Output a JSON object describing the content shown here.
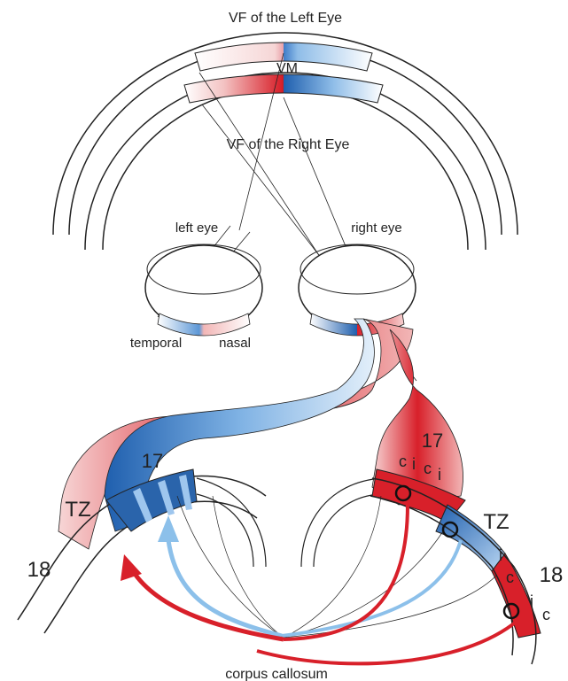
{
  "labels": {
    "vf_left": "VF of the Left Eye",
    "vm": "VM",
    "vf_right": "VF of the Right Eye",
    "left_eye": "left eye",
    "right_eye": "right eye",
    "temporal": "temporal",
    "nasal": "nasal",
    "area17_left": "17",
    "area17_right": "17",
    "tz_left": "TZ",
    "tz_right": "TZ",
    "area18_left": "18",
    "area18_right": "18",
    "corpus_callosum": "corpus callosum",
    "col_c1": "c",
    "col_i1": "i",
    "col_c2": "c",
    "col_i2": "i",
    "col_i3": "i",
    "col_c3": "c",
    "col_i4": "i",
    "col_c4": "c"
  },
  "colors": {
    "red": "#d8202a",
    "red_light": "#f2b6b6",
    "blue": "#1f5fae",
    "blue_light": "#b9d6f2",
    "arrow_blue": "#8cc0ea",
    "line": "#222222"
  }
}
